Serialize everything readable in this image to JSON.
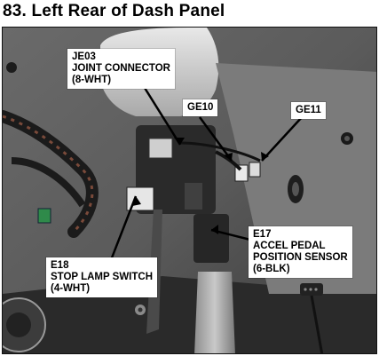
{
  "title": "83. Left Rear of Dash Panel",
  "callouts": {
    "je03": {
      "lines": [
        "JE03",
        "JOINT CONNECTOR",
        "(8-WHT)"
      ]
    },
    "ge10": {
      "lines": [
        "GE10"
      ]
    },
    "ge11": {
      "lines": [
        "GE11"
      ]
    },
    "e17": {
      "lines": [
        "E17",
        "ACCEL PEDAL",
        "POSITION SENSOR",
        "(6-BLK)"
      ]
    },
    "e18": {
      "lines": [
        "E18",
        "STOP LAMP SWITCH",
        "(4-WHT)"
      ]
    }
  },
  "icons": {
    "photo": "under-dash-photo",
    "leader": "leader-line"
  }
}
